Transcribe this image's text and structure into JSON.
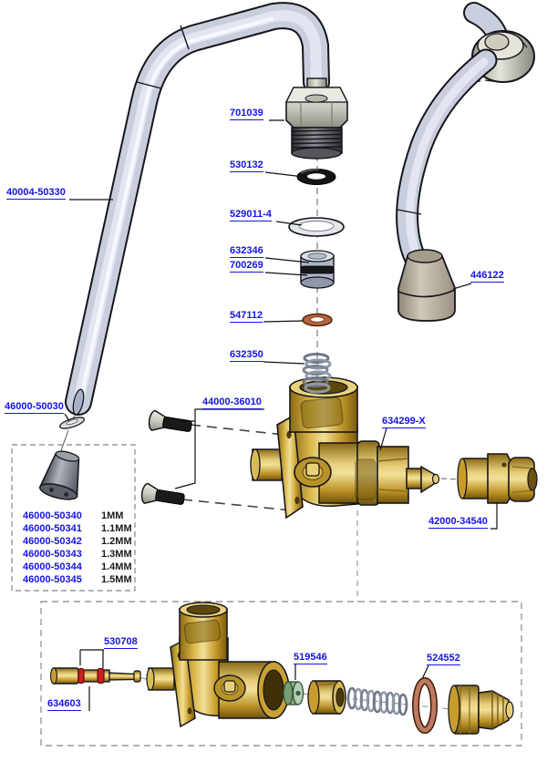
{
  "diagram": {
    "title_hint": "exploded-parts-diagram",
    "labels": {
      "spout": "40004-50330",
      "inlet_fitting": "701039",
      "oring_upper": "530132",
      "flat_washer": "529011-4",
      "seal_retainer": "632346",
      "seal_oring": "700269",
      "copper_washer": "547112",
      "spring_upper": "632350",
      "hose_cone": "446122",
      "mounting_screws": "44000-36010",
      "valve_body": "634299-X",
      "outlet_fitting": "42000-34540",
      "tip_gasket": "46000-50030"
    },
    "tip_table": {
      "rows": [
        {
          "part": "46000-50340",
          "size": "1MM"
        },
        {
          "part": "46000-50341",
          "size": "1.1MM"
        },
        {
          "part": "46000-50342",
          "size": "1.2MM"
        },
        {
          "part": "46000-50343",
          "size": "1.3MM"
        },
        {
          "part": "46000-50344",
          "size": "1.4MM"
        },
        {
          "part": "46000-50345",
          "size": "1.5MM"
        }
      ]
    },
    "lower_assembly": {
      "labels": {
        "stem_orings": "530708",
        "valve_stem": "634603",
        "seal_disc": "519546",
        "oring_lower": "524552"
      }
    },
    "colors": {
      "link_blue": "#1414e6",
      "brass_mid": "#c79f2d",
      "brass_light": "#f2e098",
      "brass_dark": "#7a5a0e",
      "steel_pipe": "#c9cede",
      "steel_highlight": "#eef1fa",
      "gray_metal": "#b9bcb4",
      "dark_tip_gray": "#53565c",
      "tan_cone": "#b9b1a1",
      "copper": "#b5653e",
      "copper_ring": "#bc7a5e",
      "oring_red": "#cc2222",
      "seal_green": "#9fc49f",
      "dash_gray": "#999999",
      "line_black": "#111111"
    }
  }
}
